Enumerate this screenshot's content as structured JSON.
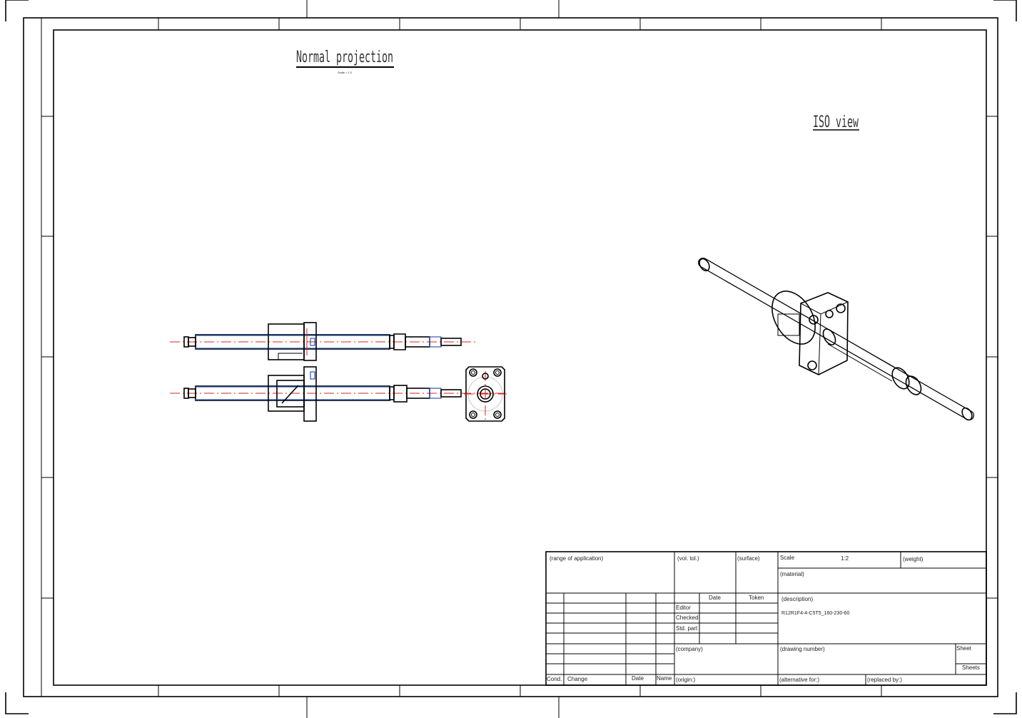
{
  "views": {
    "normal_title": "Normal projection",
    "normal_scale": "Scale = 1:2",
    "iso_title": "ISO view"
  },
  "title_block": {
    "range_of_application": "(range of application)",
    "vol_tol": "(vol. tol.)",
    "surface": "(surface)",
    "scale_label": "Scale",
    "scale_value": "1:2",
    "weight": "(weight)",
    "material": "(material)",
    "date_header": "Date",
    "token_header": "Token",
    "editor": "Editor",
    "checked": "Checked",
    "std_part": "Std. part",
    "description_label": "(description)",
    "description_value": "R12R1F4-4-C5T5_160-230-60",
    "company": "(company)",
    "drawing_number": "(drawing number)",
    "sheet": "Sheet",
    "sheets": "Sheets",
    "cond": "Cond.",
    "change": "Change",
    "date": "Date",
    "name": "Name",
    "origin": "(origin:)",
    "alternative_for": "(alternative for:)",
    "replaced_by": "(replaced by:)"
  }
}
